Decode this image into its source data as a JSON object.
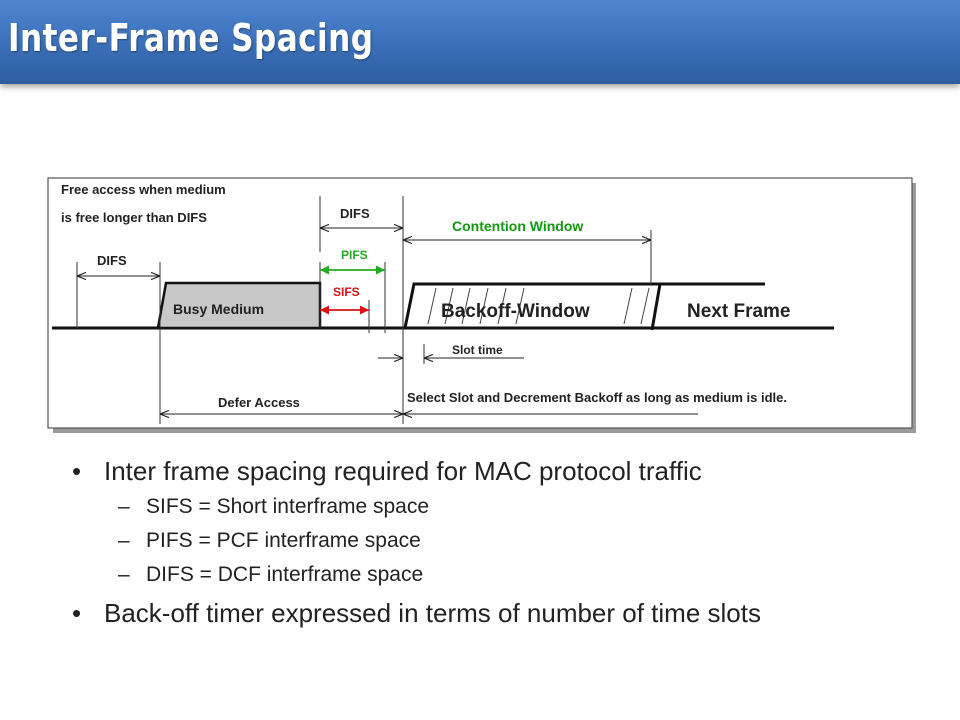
{
  "title": "Inter-Frame Spacing",
  "diagram": {
    "free_access_line1": "Free access when medium",
    "free_access_line2": "is free longer than DIFS",
    "difs_left": "DIFS",
    "difs_top": "DIFS",
    "pifs": "PIFS",
    "sifs": "SIFS",
    "contention_window": "Contention Window",
    "busy_medium": "Busy Medium",
    "backoff_window": "Backoff-Window",
    "next_frame": "Next Frame",
    "slot_time": "Slot time",
    "defer_access": "Defer Access",
    "select_slot": "Select Slot and Decrement Backoff as long as medium is idle.",
    "colors": {
      "pifs": "#22aa22",
      "sifs": "#dd1111",
      "contention": "#119911"
    }
  },
  "bullets": [
    {
      "text": "Inter frame spacing required for MAC protocol traffic",
      "sub": [
        "SIFS = Short interframe space",
        "PIFS = PCF interframe space",
        "DIFS = DCF interframe space"
      ]
    },
    {
      "text": "Back-off timer expressed in terms of number of time slots",
      "sub": []
    }
  ]
}
